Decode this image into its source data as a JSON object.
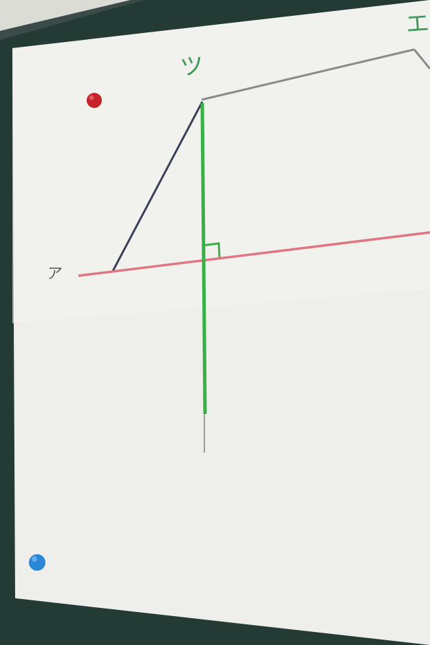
{
  "labels": {
    "vertex_a": "ア",
    "vertex_c": "ツ",
    "vertex_e": "エ"
  },
  "colors": {
    "board": "#243a34",
    "paper": "#eeeeea",
    "red_line": "#e07680",
    "green_line": "#37b046",
    "dark_line": "#3a3f5a",
    "gray_line": "#8a8a8a",
    "red_magnet": "#c8232b",
    "blue_magnet": "#2a86d6"
  }
}
